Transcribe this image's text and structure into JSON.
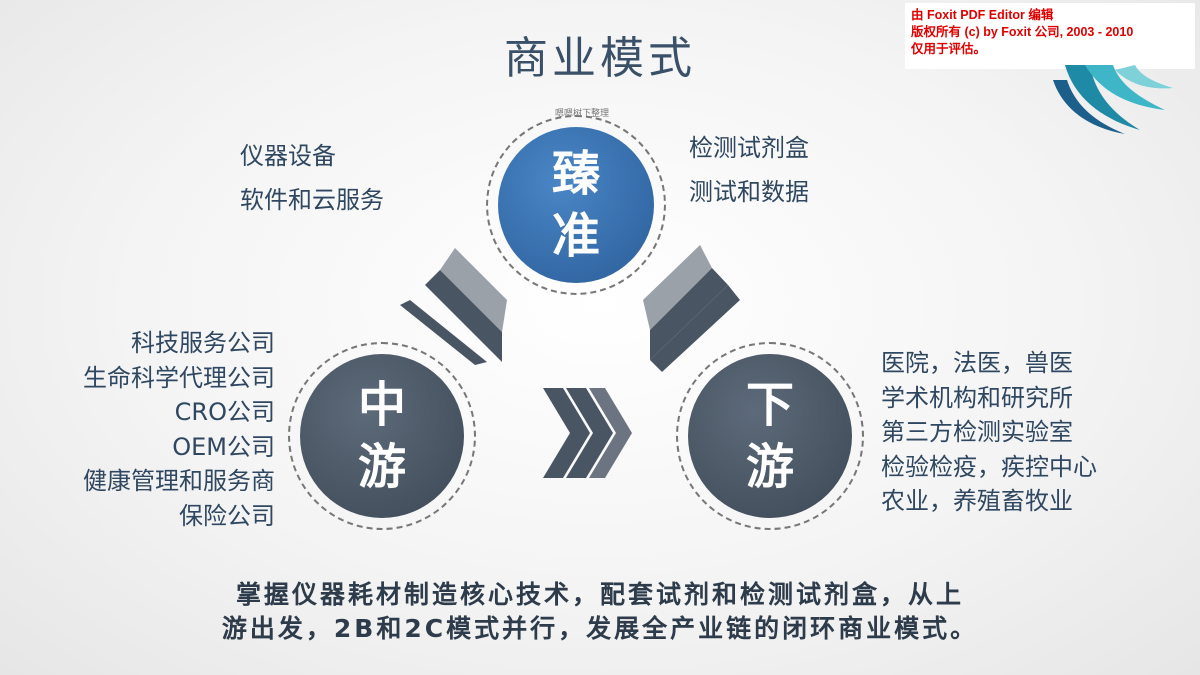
{
  "title": "商业模式",
  "watermark": {
    "line1": "由 Foxit PDF Editor 编辑",
    "line2": "版权所有 (c) by Foxit 公司, 2003 - 2010",
    "line3": "仅用于评估。"
  },
  "top_note": "嗯嗯树下整理",
  "circles": {
    "top": {
      "line1": "臻",
      "line2": "准"
    },
    "middle": {
      "line1": "中",
      "line2": "游"
    },
    "downstream": {
      "line1": "下",
      "line2": "游"
    }
  },
  "top_left_items": [
    "仪器设备",
    "软件和云服务"
  ],
  "top_right_items": [
    "检测试剂盒",
    "测试和数据"
  ],
  "left_items": [
    "科技服务公司",
    "生命科学代理公司",
    "CRO公司",
    "OEM公司",
    "健康管理和服务商",
    "保险公司"
  ],
  "right_items": [
    "医院，法医，兽医",
    "学术机构和研究所",
    "第三方检测实验室",
    "检验检疫，疾控中心",
    "农业，养殖畜牧业"
  ],
  "bottom_text": {
    "line1": "掌握仪器耗材制造核心技术，配套试剂和检测试剂盒，从上",
    "line2": "游出发，2B和2C模式并行，发展全产业链的闭环商业模式。"
  },
  "colors": {
    "title": "#3a5068",
    "blue_circle": "#2a5d98",
    "dark_circle": "#3c4855",
    "arrow_dark": "#4a5563",
    "arrow_light": "#9aa1a9",
    "watermark": "#e00000"
  }
}
